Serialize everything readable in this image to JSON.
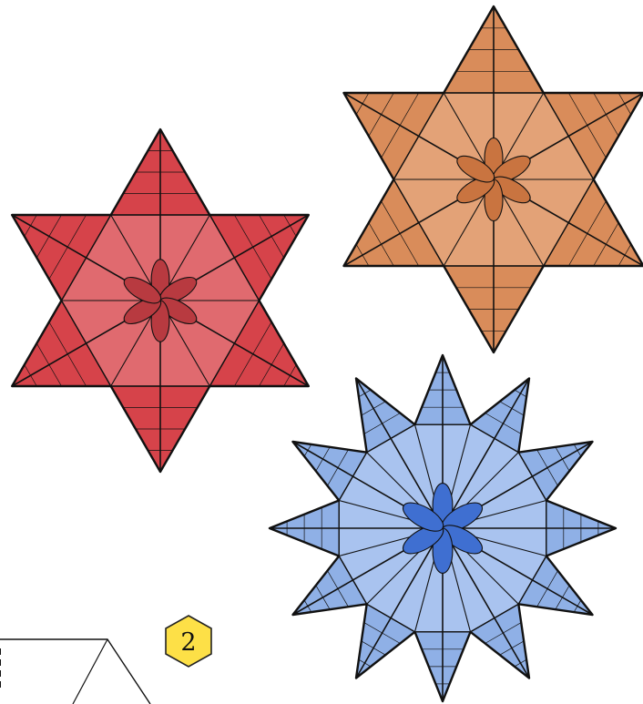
{
  "step": {
    "number": "2",
    "badge_color": "#fde047"
  },
  "figures": [
    {
      "name": "red-six-pointed-star",
      "points": 6,
      "fill": "#d6434a",
      "facet": "#e06a6f",
      "center": "#b83a40"
    },
    {
      "name": "orange-six-pointed-star",
      "points": 6,
      "fill": "#d98c5a",
      "facet": "#e3a277",
      "center": "#c97440"
    },
    {
      "name": "blue-twelve-pointed-star",
      "points": 12,
      "fill": "#8fb0e6",
      "facet": "#a9c3ef",
      "center": "#3f6fd1"
    }
  ],
  "outline_color": "#111111"
}
